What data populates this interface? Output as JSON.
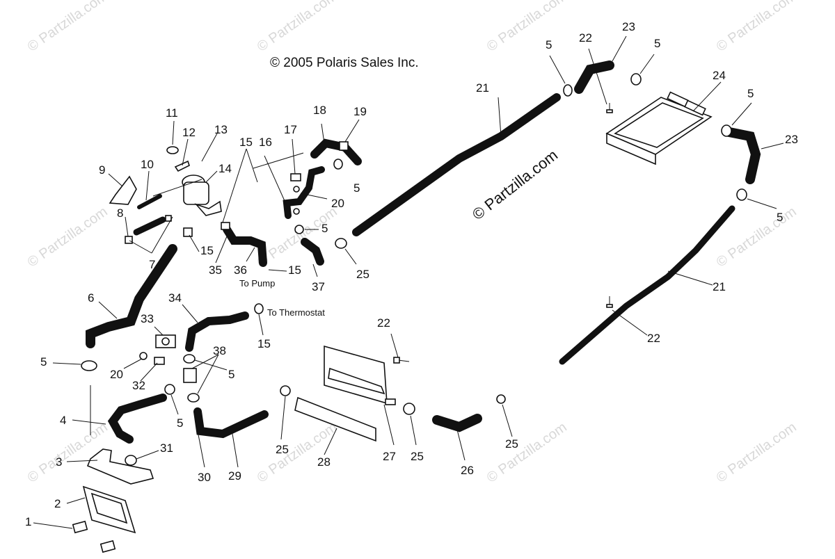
{
  "copyright": "© 2005 Polaris Sales Inc.",
  "center_watermark": "© Partzilla.com",
  "watermark_text": "© Partzilla.com",
  "notes": {
    "to_pump": "To Pump",
    "to_thermostat": "To Thermostat"
  },
  "callouts": [
    "1",
    "2",
    "3",
    "4",
    "5",
    "6",
    "7",
    "8",
    "9",
    "10",
    "11",
    "12",
    "13",
    "14",
    "15",
    "16",
    "17",
    "18",
    "19",
    "20",
    "21",
    "22",
    "23",
    "24",
    "25",
    "26",
    "27",
    "28",
    "29",
    "30",
    "31",
    "32",
    "33",
    "34",
    "35",
    "36",
    "37",
    "38"
  ],
  "colors": {
    "ink": "#111111",
    "watermark": "#d8d8d8",
    "background": "#ffffff"
  }
}
